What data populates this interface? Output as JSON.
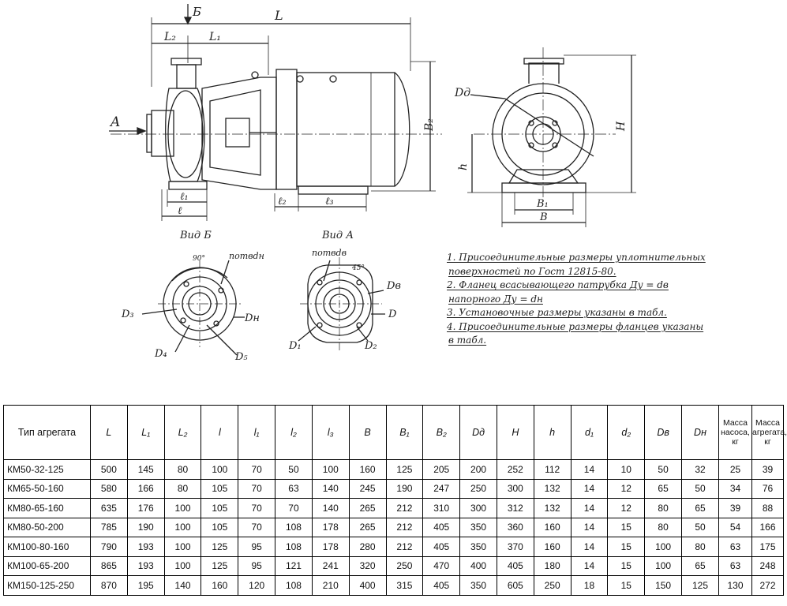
{
  "drawing": {
    "labels": {
      "arrow_b": "Б",
      "dim_L": "L",
      "dim_L2": "L₂",
      "dim_L1": "L₁",
      "arrow_a": "A",
      "dim_l1": "ℓ₁",
      "dim_l": "ℓ",
      "dim_l2": "ℓ₂",
      "dim_l3": "ℓ₃",
      "dim_B2": "B₂",
      "dim_h": "h",
      "dim_Dd": "Dд",
      "dim_H": "H",
      "dim_B1": "B₁",
      "dim_B": "B",
      "view_b": "Вид Б",
      "view_a": "Вид А",
      "holes_b": "nотвdн",
      "holes_a": "nотвdв",
      "angle_b": "90°",
      "angle_a": "45°",
      "d3": "D₃",
      "dn": "Dн",
      "d4": "D₄",
      "d5": "D₅",
      "dv": "Dв",
      "d": "D",
      "d1": "D₁",
      "d2": "D₂"
    },
    "notes": [
      "1. Присоединительные размеры уплотнительных",
      "поверхностей по Гост 12815-80.",
      "2. Фланец всасывающего патрубка Ду = dв",
      "напорного Ду = dн",
      "3. Установочные размеры указаны в табл.",
      "4. Присоединительные размеры фланцев указаны",
      "в табл."
    ]
  },
  "table": {
    "headers": [
      "Тип агрегата",
      "L",
      "L₁",
      "L₂",
      "l",
      "l₁",
      "l₂",
      "l₃",
      "B",
      "B₁",
      "B₂",
      "Dд",
      "H",
      "h",
      "d₁",
      "d₂",
      "Dв",
      "Dн",
      "Масса насоса, кг",
      "Масса агрегата, кг"
    ],
    "rows": [
      [
        "КМ50-32-125",
        "500",
        "145",
        "80",
        "100",
        "70",
        "50",
        "100",
        "160",
        "125",
        "205",
        "200",
        "252",
        "112",
        "14",
        "10",
        "50",
        "32",
        "25",
        "39"
      ],
      [
        "КМ65-50-160",
        "580",
        "166",
        "80",
        "105",
        "70",
        "63",
        "140",
        "245",
        "190",
        "247",
        "250",
        "300",
        "132",
        "14",
        "12",
        "65",
        "50",
        "34",
        "76"
      ],
      [
        "КМ80-65-160",
        "635",
        "176",
        "100",
        "105",
        "70",
        "70",
        "140",
        "265",
        "212",
        "310",
        "300",
        "312",
        "132",
        "14",
        "12",
        "80",
        "65",
        "39",
        "88"
      ],
      [
        "КМ80-50-200",
        "785",
        "190",
        "100",
        "105",
        "70",
        "108",
        "178",
        "265",
        "212",
        "405",
        "350",
        "360",
        "160",
        "14",
        "15",
        "80",
        "50",
        "54",
        "166"
      ],
      [
        "КМ100-80-160",
        "790",
        "193",
        "100",
        "125",
        "95",
        "108",
        "178",
        "280",
        "212",
        "405",
        "350",
        "370",
        "160",
        "14",
        "15",
        "100",
        "80",
        "63",
        "175"
      ],
      [
        "КМ100-65-200",
        "865",
        "193",
        "100",
        "125",
        "95",
        "121",
        "241",
        "320",
        "250",
        "470",
        "400",
        "405",
        "180",
        "14",
        "15",
        "100",
        "65",
        "63",
        "248"
      ],
      [
        "КМ150-125-250",
        "870",
        "195",
        "140",
        "160",
        "120",
        "108",
        "210",
        "400",
        "315",
        "405",
        "350",
        "605",
        "250",
        "18",
        "15",
        "150",
        "125",
        "130",
        "272"
      ]
    ]
  }
}
